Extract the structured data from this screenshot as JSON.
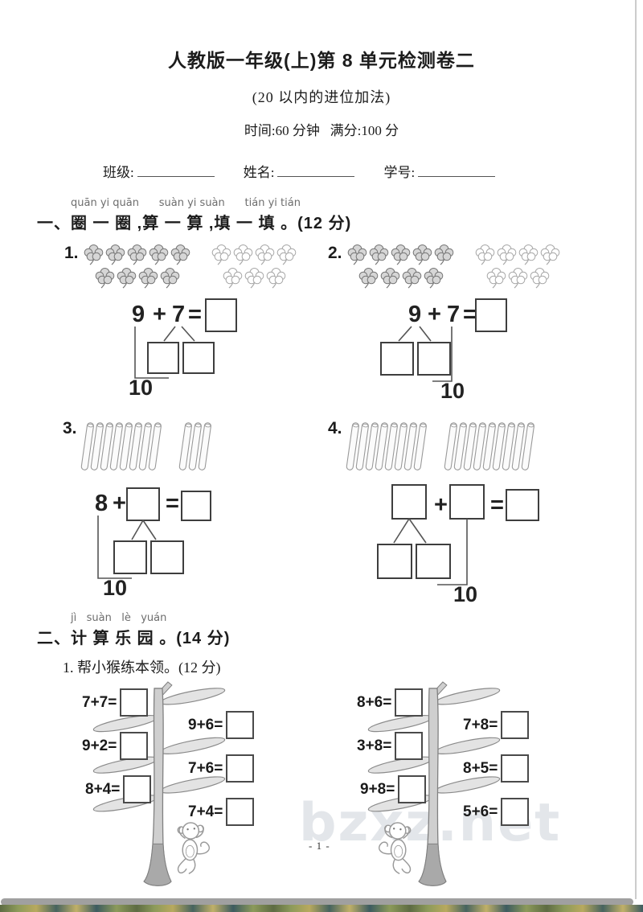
{
  "page": {
    "title": "人教版一年级(上)第 8 单元检测卷二",
    "subtitle": "(20 以内的进位加法)",
    "meta": "时间:60 分钟   满分:100 分",
    "class_label": "班级:",
    "name_label": "姓名:",
    "student_no_label": "学号:",
    "page_number": "- 1 -",
    "watermark": "bzxz.net"
  },
  "section1": {
    "pinyin": "quān yi quān      suàn yi suàn      tián yi tián",
    "heading": "一、圈 一 圈 ,算 一 算 ,填 一 填 。(12 分)",
    "p1": {
      "number": "1.",
      "a": "9",
      "plus": "+",
      "b": "7",
      "equals": "=",
      "ten": "10",
      "flowers_dark_row1": 5,
      "flowers_dark_row2": 4,
      "flowers_light_row1": 4,
      "flowers_light_row2": 3
    },
    "p2": {
      "number": "2.",
      "a": "9",
      "plus": "+",
      "b": "7",
      "equals": "=",
      "ten": "10",
      "flowers_dark_row1": 5,
      "flowers_dark_row2": 4,
      "flowers_light_row1": 4,
      "flowers_light_row2": 3
    },
    "p3": {
      "number": "3.",
      "a": "8",
      "plus": "+",
      "equals": "=",
      "ten": "10",
      "sticks_left": 8,
      "sticks_right": 3
    },
    "p4": {
      "number": "4.",
      "plus": "+",
      "equals": "=",
      "ten": "10",
      "sticks_left": 8,
      "sticks_right": 9
    }
  },
  "section2": {
    "pinyin": "jì   suàn   lè   yuán",
    "heading": "二、计 算 乐 园 。(14 分)",
    "subheading": "1. 帮小猴练本领。(12 分)",
    "tree1": {
      "left": [
        "7+7=",
        "9+2=",
        "8+4="
      ],
      "right": [
        "9+6=",
        "7+6=",
        "7+4="
      ]
    },
    "tree2": {
      "left": [
        "8+6=",
        "3+8=",
        "9+8="
      ],
      "right": [
        "7+8=",
        "8+5=",
        "5+6="
      ]
    }
  }
}
